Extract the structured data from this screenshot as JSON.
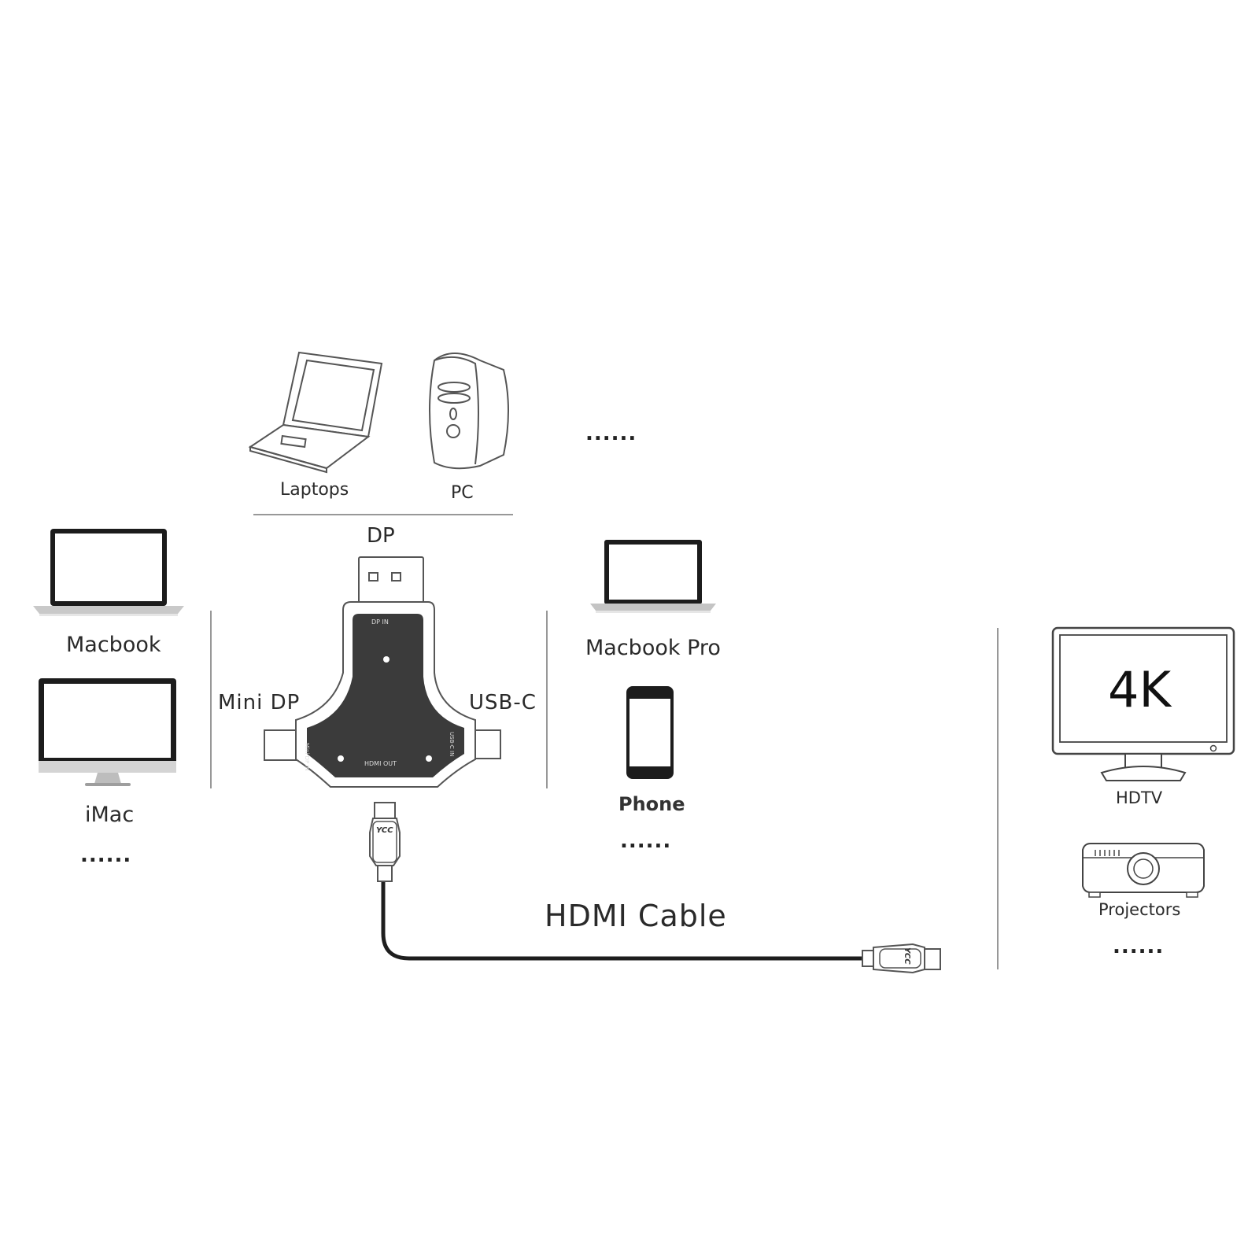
{
  "sources_top": {
    "laptops_label": "Laptops",
    "pc_label": "PC",
    "more": "......"
  },
  "sources_left": {
    "macbook_label": "Macbook",
    "imac_label": "iMac",
    "more": "......"
  },
  "sources_right": {
    "macbook_pro_label": "Macbook Pro",
    "phone_label": "Phone",
    "more": "......"
  },
  "adapter": {
    "dp_label": "DP",
    "mini_dp_label": "Mini DP",
    "usb_c_label": "USB-C",
    "dp_in_marking": "DP IN",
    "hdmi_out_marking": "HDMI OUT",
    "mini_dp_in_marking": "Mini DP IN",
    "usb_c_in_marking": "USB-C IN",
    "plug_logo": "YCC"
  },
  "cable": {
    "label": "HDMI Cable"
  },
  "outputs": {
    "monitor_text": "4K",
    "hdtv_label": "HDTV",
    "projectors_label": "Projectors",
    "more": "......"
  },
  "colors": {
    "line": "#555555",
    "adapter_body": "#3b3b3b",
    "cable": "#1e1e1e"
  }
}
